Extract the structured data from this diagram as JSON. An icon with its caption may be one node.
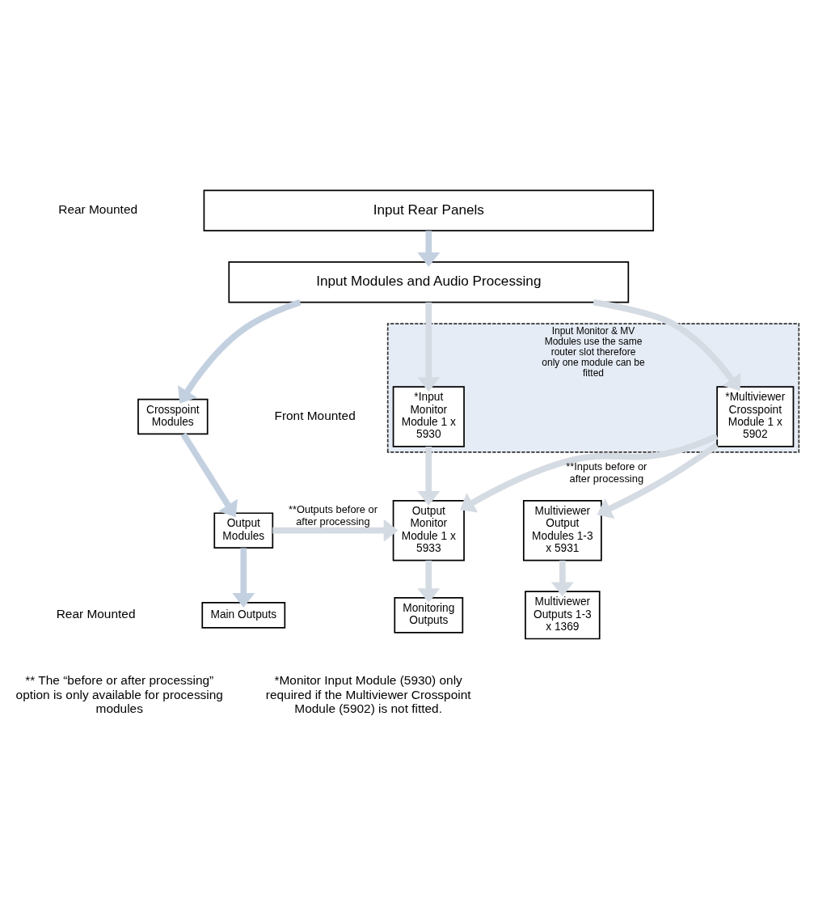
{
  "diagram": {
    "nodes": [
      {
        "text": [
          "Input Rear Panels"
        ]
      },
      {
        "text": [
          "Input Modules and Audio Processing"
        ]
      },
      {
        "text": [
          "Crosspoint Modules"
        ]
      },
      {
        "text": [
          "Input Monitor & MV Modules use the same router slot therefore only one module can be fitted"
        ]
      },
      {
        "text": [
          "*Input Monitor Module 1 x 5930"
        ],
        "in": 3
      },
      {
        "text": [
          "*Multiviewer Crosspoint Module 1 x 5902"
        ],
        "in": 3
      },
      {
        "text": [
          "Output Modules"
        ]
      },
      {
        "text": [
          "Output Monitor Module 1 x 5933"
        ]
      },
      {
        "text": [
          "Multiviewer Output Modules 1-3 x 5931"
        ]
      },
      {
        "text": [
          "Main Outputs"
        ]
      },
      {
        "text": [
          "Monitoring Outputs"
        ]
      },
      {
        "text": [
          "Multiviewer Outputs 1-3 x 1369"
        ]
      }
    ],
    "edges": [
      {
        "from": 0,
        "to": 1,
        "arrow": "to",
        "color": "#c3d0e0"
      },
      {
        "from": 1,
        "to": 2,
        "arrow": "to",
        "color": "#c3d0e0"
      },
      {
        "from": 1,
        "to": 4,
        "arrow": "to"
      },
      {
        "from": 1,
        "to": 5,
        "arrow": "to"
      },
      {
        "from": 2,
        "to": 6,
        "arrow": "to",
        "color": "#c3d0e0"
      },
      {
        "from": 4,
        "to": 7,
        "arrow": "to"
      },
      {
        "from": 5,
        "to": 7,
        "arrow": "to",
        "label": "**Inputs before or after processing"
      },
      {
        "from": 6,
        "to": 7,
        "arrow": "to",
        "label": "**Outputs before or after processing"
      },
      {
        "from": 5,
        "to": 8,
        "arrow": "to"
      },
      {
        "from": 6,
        "to": 9,
        "arrow": "to",
        "color": "#c3d0e0"
      },
      {
        "from": 7,
        "to": 10,
        "arrow": "to"
      },
      {
        "from": 8,
        "to": 11,
        "arrow": "to"
      }
    ],
    "labels": [
      "Rear Mounted",
      "Front Mounted",
      "Rear Mounted",
      "** The “before or after processing” option is only available for processing modules",
      "*Monitor Input Module (5930) only required if the Multiviewer Crosspoint Module (5902) is not fitted."
    ]
  }
}
